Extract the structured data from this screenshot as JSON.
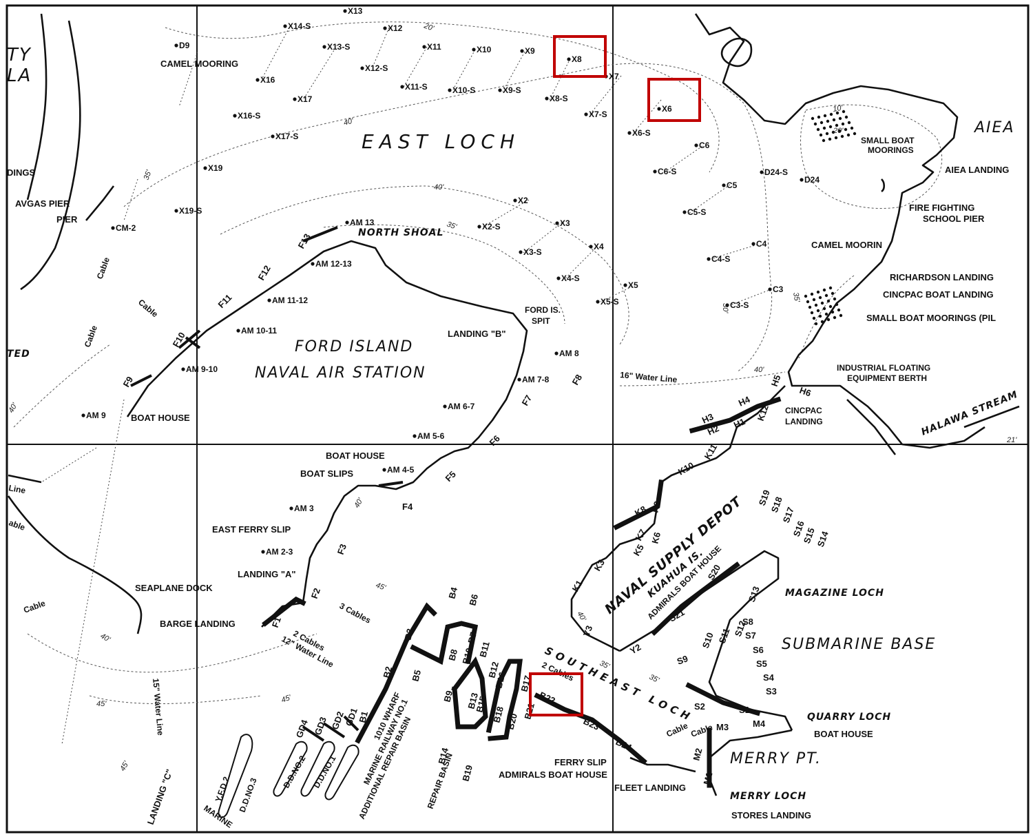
{
  "highlights": {
    "color": "#c00000"
  },
  "areas": {
    "east_loch": "EAST LOCH",
    "ford_island_1": "FORD ISLAND",
    "ford_island_2": "NAVAL AIR STATION",
    "submarine_base": "SUBMARINE BASE",
    "merry_pt": "MERRY PT.",
    "aiea": "AIEA",
    "naval_supply_depot": "NAVAL SUPPLY DEPOT",
    "kuahua": "KUAHUA IS.",
    "admirals_boat_house_rot": "ADMIRALS BOAT HOUSE",
    "north_shoal": "NORTH SHOAL",
    "magazine_loch": "MAGAZINE LOCH",
    "quarry_loch": "QUARRY LOCH",
    "merry_loch": "MERRY LOCH",
    "southeast_loch": "SOUTHEAST LOCH",
    "halawa_stream": "HALAWA STREAM",
    "edge_ty": "TY",
    "edge_la": "LA",
    "edge_dings": "DINGS",
    "edge_ted": "TED"
  },
  "places": {
    "camel_mooring": "CAMEL MOORING",
    "avgas_pier": "AVGAS PIER",
    "pier": "PIER",
    "boat_house_w": "BOAT HOUSE",
    "seaplane_dock": "SEAPLANE DOCK",
    "barge_landing": "BARGE LANDING",
    "landing_a": "LANDING \"A\"",
    "landing_b": "LANDING \"B\"",
    "landing_c": "LANDING \"C\"",
    "east_ferry_slip": "EAST FERRY SLIP",
    "boat_house_s": "BOAT HOUSE",
    "boat_slips": "BOAT SLIPS",
    "ford_is_spit_1": "FORD IS.",
    "ford_is_spit_2": "SPIT",
    "small_boat_moorings_1": "SMALL BOAT",
    "small_boat_moorings_2": "MOORINGS",
    "aiea_landing": "AIEA LANDING",
    "fire_fighting_1": "FIRE FIGHTING",
    "fire_fighting_2": "SCHOOL PIER",
    "camel_moorin_e": "CAMEL MOORIN",
    "richardson_landing": "RICHARDSON LANDING",
    "cincpac_boat_landing": "CINCPAC BOAT LANDING",
    "small_boat_moorings_pil": "SMALL BOAT MOORINGS (PIL",
    "industrial_1": "INDUSTRIAL FLOATING",
    "industrial_2": "EQUIPMENT BERTH",
    "cincpac_landing_1": "CINCPAC",
    "cincpac_landing_2": "LANDING",
    "water_line_16": "16\" Water Line",
    "water_line_12": "12\" Water Line",
    "water_line_15": "15\" Water Line",
    "cables_3": "3 Cables",
    "cables_2": "2 Cables",
    "cables_2b": "2 Cables",
    "cable_1": "Cable",
    "cable_2": "Cable",
    "cable_3": "Cable",
    "cable_4": "Cable",
    "cable_5": "Cable",
    "cable_6": "Cable",
    "line_w": "Line",
    "able_w": "able",
    "ten_ten_wharf": "1010 WHARF",
    "marine_railway": "MARINE RAILWAY NO.1",
    "additional_repair": "ADDITIONAL REPAIR BASIN",
    "repair_basin": "REPAIR BASIN",
    "ferry_slip": "FERRY SLIP",
    "admirals_boat_house_s": "ADMIRALS BOAT HOUSE",
    "fleet_landing": "FLEET LANDING",
    "stores_landing": "STORES LANDING",
    "boat_house_e": "BOAT HOUSE",
    "yfd2": "Y.F.D.2.",
    "dd3": "D.D.NO.3",
    "dd2": "D.D.NO.2",
    "dd1": "D.D.NO.1",
    "marine": "MARINE"
  },
  "moorings": [
    {
      "id": "x14s",
      "t": "X14-S"
    },
    {
      "id": "x13s",
      "t": "X13-S"
    },
    {
      "id": "x13",
      "t": "X13"
    },
    {
      "id": "x12",
      "t": "X12"
    },
    {
      "id": "x11",
      "t": "X11"
    },
    {
      "id": "x10",
      "t": "X10"
    },
    {
      "id": "x9",
      "t": "X9"
    },
    {
      "id": "x8",
      "t": "X8"
    },
    {
      "id": "x12s",
      "t": "X12-S"
    },
    {
      "id": "x11s",
      "t": "X11-S"
    },
    {
      "id": "x10s",
      "t": "X10-S"
    },
    {
      "id": "x9s",
      "t": "X9-S"
    },
    {
      "id": "x8s",
      "t": "X8-S"
    },
    {
      "id": "x7",
      "t": "X7"
    },
    {
      "id": "x6",
      "t": "X6"
    },
    {
      "id": "x7s",
      "t": "X7-S"
    },
    {
      "id": "x6s",
      "t": "X6-S"
    },
    {
      "id": "c6",
      "t": "C6"
    },
    {
      "id": "c6s",
      "t": "C6-S"
    },
    {
      "id": "c5",
      "t": "C5"
    },
    {
      "id": "d24s",
      "t": "D24-S"
    },
    {
      "id": "d24",
      "t": "D24"
    },
    {
      "id": "c5s",
      "t": "C5-S"
    },
    {
      "id": "c4",
      "t": "C4"
    },
    {
      "id": "c4s",
      "t": "C4-S"
    },
    {
      "id": "c3",
      "t": "C3"
    },
    {
      "id": "c3s",
      "t": "C3-S"
    },
    {
      "id": "d9",
      "t": "D9"
    },
    {
      "id": "x16",
      "t": "X16"
    },
    {
      "id": "x17",
      "t": "X17"
    },
    {
      "id": "x16s",
      "t": "X16-S"
    },
    {
      "id": "x17s",
      "t": "X17-S"
    },
    {
      "id": "x19",
      "t": "X19"
    },
    {
      "id": "x19s",
      "t": "X19-S"
    },
    {
      "id": "cm2",
      "t": "CM-2"
    },
    {
      "id": "x2",
      "t": "X2"
    },
    {
      "id": "x2s",
      "t": "X2-S"
    },
    {
      "id": "x3",
      "t": "X3"
    },
    {
      "id": "x3s",
      "t": "X3-S"
    },
    {
      "id": "x4",
      "t": "X4"
    },
    {
      "id": "x4s",
      "t": "X4-S"
    },
    {
      "id": "x5",
      "t": "X5"
    },
    {
      "id": "x5s",
      "t": "X5-S"
    },
    {
      "id": "am13",
      "t": "AM 13"
    },
    {
      "id": "am1213",
      "t": "AM 12-13"
    },
    {
      "id": "am1112",
      "t": "AM 11-12"
    },
    {
      "id": "am1011",
      "t": "AM 10-11"
    },
    {
      "id": "am910",
      "t": "AM 9-10"
    },
    {
      "id": "am9",
      "t": "AM 9"
    },
    {
      "id": "am8",
      "t": "AM 8"
    },
    {
      "id": "am78",
      "t": "AM 7-8"
    },
    {
      "id": "am67",
      "t": "AM 6-7"
    },
    {
      "id": "am56",
      "t": "AM 5-6"
    },
    {
      "id": "am45",
      "t": "AM 4-5"
    },
    {
      "id": "am3",
      "t": "AM 3"
    },
    {
      "id": "am23",
      "t": "AM 2-3"
    }
  ],
  "berths": {
    "f13": "F13",
    "f12": "F12",
    "f11": "F11",
    "f10": "F10",
    "f9": "F9",
    "f8": "F8",
    "f7": "F7",
    "f6": "F6",
    "f5": "F5",
    "f4": "F4",
    "f3": "F3",
    "f2": "F2",
    "f1": "F1",
    "b1": "B1",
    "b2": "B2",
    "b3": "B3",
    "b4": "B4",
    "b5": "B5",
    "b6": "B6",
    "b7": "B7",
    "b8": "B8",
    "b9": "B9",
    "b10": "B10",
    "b11": "B11",
    "b12": "B12",
    "b13": "B13",
    "b14": "B14",
    "b15": "B15",
    "b16": "B16",
    "b17": "B17",
    "b18": "B18",
    "b19": "B19",
    "b20": "B20",
    "b21": "B21",
    "b22": "B22",
    "b23": "B23",
    "b24": "B24",
    "gd1": "GD1",
    "gd2": "GD2",
    "gd3": "GD3",
    "gd4": "GD4",
    "h1": "H1",
    "h2": "H2",
    "h3": "H3",
    "h4": "H4",
    "h5": "H5",
    "h6": "H6",
    "k1": "K1",
    "k3": "K3",
    "k5": "K5",
    "k6": "K6",
    "k7": "K7",
    "k8": "K8",
    "k9": "K9",
    "k10": "K10",
    "k11": "K11",
    "k12": "K12",
    "s1": "S1",
    "s2": "S2",
    "s3": "S3",
    "s4": "S4",
    "s5": "S5",
    "s6": "S6",
    "s7": "S7",
    "s8": "S8",
    "s9": "S9",
    "s10": "S10",
    "s11": "S11",
    "s12": "S12",
    "s13": "S13",
    "s14": "S14",
    "s15": "S15",
    "s16": "S16",
    "s17": "S17",
    "s18": "S18",
    "s19": "S19",
    "s20": "S20",
    "s21": "S21",
    "m1": "M1",
    "m2": "M2",
    "m3": "M3",
    "m4": "M4",
    "y2": "Y2",
    "y3": "Y3"
  },
  "depths": {
    "d40a": "40'",
    "d40b": "40'",
    "d40c": "40'",
    "d40d": "40'",
    "d40e": "40'",
    "d40f": "40'",
    "d40g": "40'",
    "d35a": "35'",
    "d35b": "35'",
    "d35c": "35'",
    "d35d": "35'",
    "d35e": "35'",
    "d45a": "45'",
    "d45b": "45'",
    "d45c": "45'",
    "d45d": "45'",
    "d20a": "20'",
    "d20b": "20'",
    "d10": "10'",
    "d21": "21'",
    "d30": "30'"
  }
}
